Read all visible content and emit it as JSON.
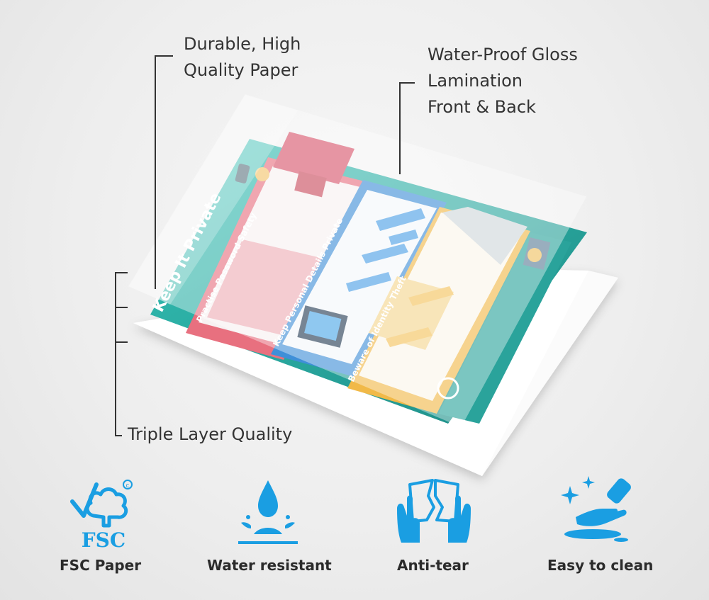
{
  "callouts": {
    "paper": [
      "Durable, High",
      "Quality Paper"
    ],
    "lamination": [
      "Water-Proof Gloss",
      "Lamination",
      "Front & Back"
    ],
    "triple": "Triple Layer Quality"
  },
  "poster": {
    "main_title": "Keep It Private",
    "sections": [
      {
        "title": "Practise Password Safety",
        "color": "#e76b7c"
      },
      {
        "title": "Keep Personal Details Private",
        "color": "#3f8fd8"
      },
      {
        "title": "Beware of Identity Theft",
        "color": "#f0b640"
      }
    ],
    "accent_color": "#2bb5ad"
  },
  "features": [
    {
      "label": "FSC Paper",
      "icon": "fsc-logo-icon",
      "icon_text": "FSC"
    },
    {
      "label": "Water resistant",
      "icon": "water-drop-icon"
    },
    {
      "label": "Anti-tear",
      "icon": "torn-paper-hands-icon"
    },
    {
      "label": "Easy to clean",
      "icon": "cleaning-hand-icon"
    }
  ],
  "colors": {
    "icon_blue": "#1a9ee2",
    "text": "#2b2b2b"
  }
}
